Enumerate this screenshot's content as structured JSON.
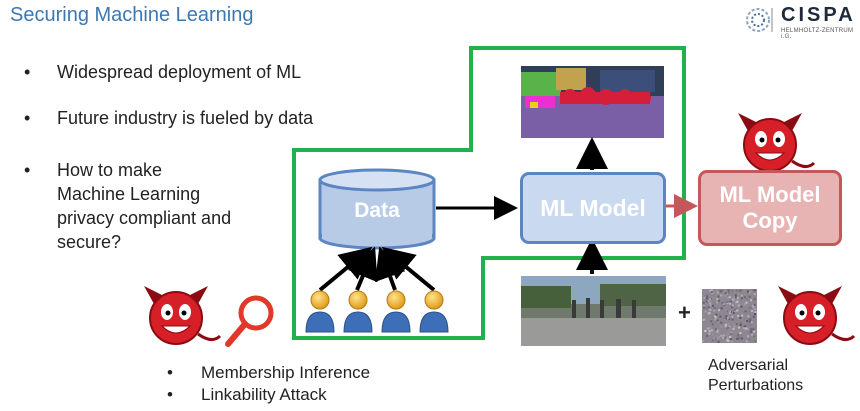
{
  "title": "Securing Machine Learning",
  "logo": {
    "name": "CISPA",
    "subtitle": "HELMHOLTZ-ZENTRUM i.G."
  },
  "bullets": [
    "Widespread deployment of ML",
    "Future industry is fueled by data",
    [
      "How to make",
      "Machine Learning",
      "privacy compliant and",
      "secure?"
    ]
  ],
  "diagram": {
    "data_label": "Data",
    "model_label": "ML Model",
    "copy_label": [
      "ML Model",
      "Copy"
    ],
    "plus": "+",
    "adversarial_label": [
      "Adversarial",
      "Perturbations"
    ]
  },
  "bottom_bullets": [
    "Membership Inference",
    "Linkability Attack"
  ],
  "colors": {
    "green": "#22b14c",
    "blue": "#5b86c2",
    "red": "#c4575a",
    "title": "#3b78b0"
  }
}
